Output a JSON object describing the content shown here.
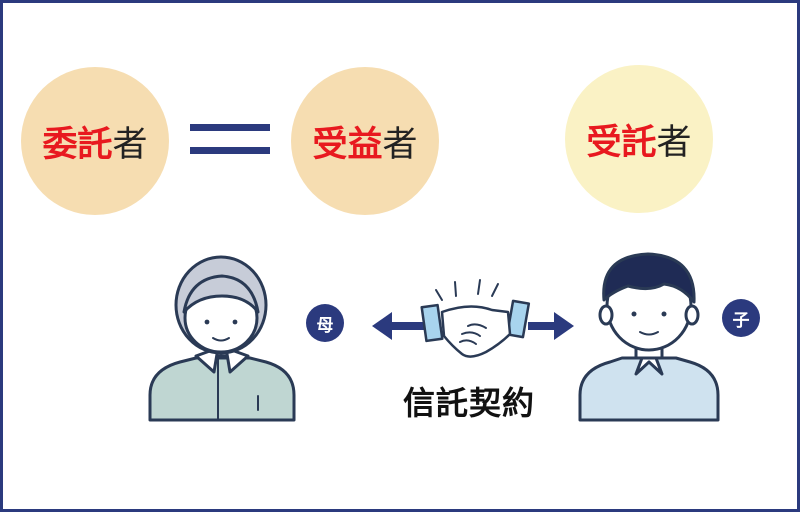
{
  "roles": {
    "settlor": {
      "accent": "委託",
      "suffix": "者"
    },
    "beneficiary": {
      "accent": "受益",
      "suffix": "者"
    },
    "trustee": {
      "accent": "受託",
      "suffix": "者"
    }
  },
  "persons": {
    "mother_label": "母",
    "child_label": "子"
  },
  "contract_label": "信託契約",
  "colors": {
    "accent_red": "#e8191f",
    "navy": "#2b3a7e",
    "circle_warm": "#f6ddb1",
    "circle_light": "#faf2c5"
  }
}
